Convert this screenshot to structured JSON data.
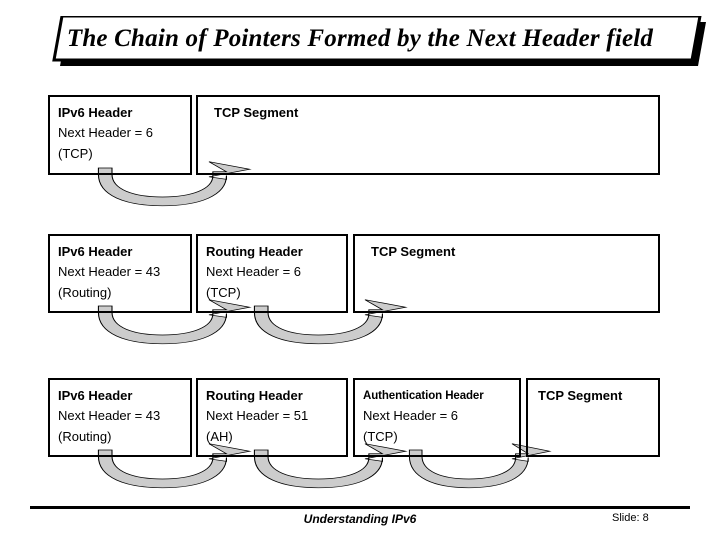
{
  "slide": {
    "title": "The Chain of Pointers Formed by the Next Header field",
    "footer": {
      "center_label": "Understanding IPv6",
      "slide_label": "Slide: 8"
    },
    "colors": {
      "arrow_fill": "#cccccc",
      "arrow_stroke": "#000000",
      "box_stroke": "#000000",
      "text": "#000000",
      "background": "#ffffff"
    }
  },
  "rows": [
    {
      "name": "row-tcp-only",
      "boxes": [
        {
          "name": "ipv6-header",
          "title": "IPv6 Header",
          "line2": "Next Header = 6",
          "line3": "(TCP)"
        },
        {
          "name": "tcp-segment",
          "title": "TCP Segment",
          "line2": "",
          "line3": ""
        }
      ]
    },
    {
      "name": "row-routing",
      "boxes": [
        {
          "name": "ipv6-header",
          "title": "IPv6 Header",
          "line2": "Next Header = 43",
          "line3": "(Routing)"
        },
        {
          "name": "routing-header",
          "title": "Routing Header",
          "line2": "Next Header = 6",
          "line3": "(TCP)"
        },
        {
          "name": "tcp-segment",
          "title": "TCP Segment",
          "line2": "",
          "line3": ""
        }
      ]
    },
    {
      "name": "row-routing-ah",
      "boxes": [
        {
          "name": "ipv6-header",
          "title": "IPv6 Header",
          "line2": "Next Header = 43",
          "line3": "(Routing)"
        },
        {
          "name": "routing-header",
          "title": "Routing Header",
          "line2": "Next Header = 51",
          "line3": "(AH)"
        },
        {
          "name": "authentication-header",
          "title": "Authentication Header",
          "line2": "Next Header = 6",
          "line3": "(TCP)"
        },
        {
          "name": "tcp-segment",
          "title": "TCP Segment",
          "line2": "",
          "line3": ""
        }
      ]
    }
  ]
}
